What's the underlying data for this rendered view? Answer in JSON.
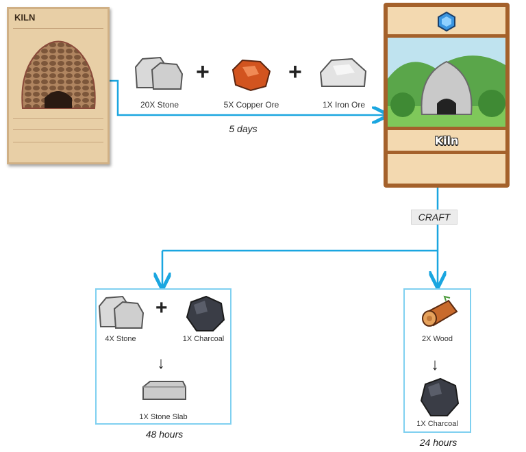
{
  "blueprint": {
    "title": "KILN"
  },
  "kiln_card": {
    "name": "Kiln",
    "gem_icon": "blue-hexagon-gem-icon"
  },
  "build_recipe": {
    "ingredients": [
      {
        "label": "20X Stone",
        "icon": "stone-icon"
      },
      {
        "label": "5X Copper Ore",
        "icon": "copper-ore-icon"
      },
      {
        "label": "1X Iron Ore",
        "icon": "iron-ore-icon"
      }
    ],
    "time": "5 days"
  },
  "action": {
    "label": "CRAFT"
  },
  "recipes": [
    {
      "inputs": [
        {
          "label": "4X Stone",
          "icon": "stone-icon"
        },
        {
          "label": "1X Charcoal",
          "icon": "charcoal-icon"
        }
      ],
      "output": {
        "label": "1X Stone Slab",
        "icon": "stone-slab-icon"
      },
      "time": "48 hours"
    },
    {
      "inputs": [
        {
          "label": "2X Wood",
          "icon": "wood-log-icon"
        }
      ],
      "output": {
        "label": "1X Charcoal",
        "icon": "charcoal-icon"
      },
      "time": "24 hours"
    }
  ],
  "colors": {
    "connector": "#1aa6e0",
    "box_border": "#7fd0f0",
    "card_wood": "#a4612b"
  }
}
